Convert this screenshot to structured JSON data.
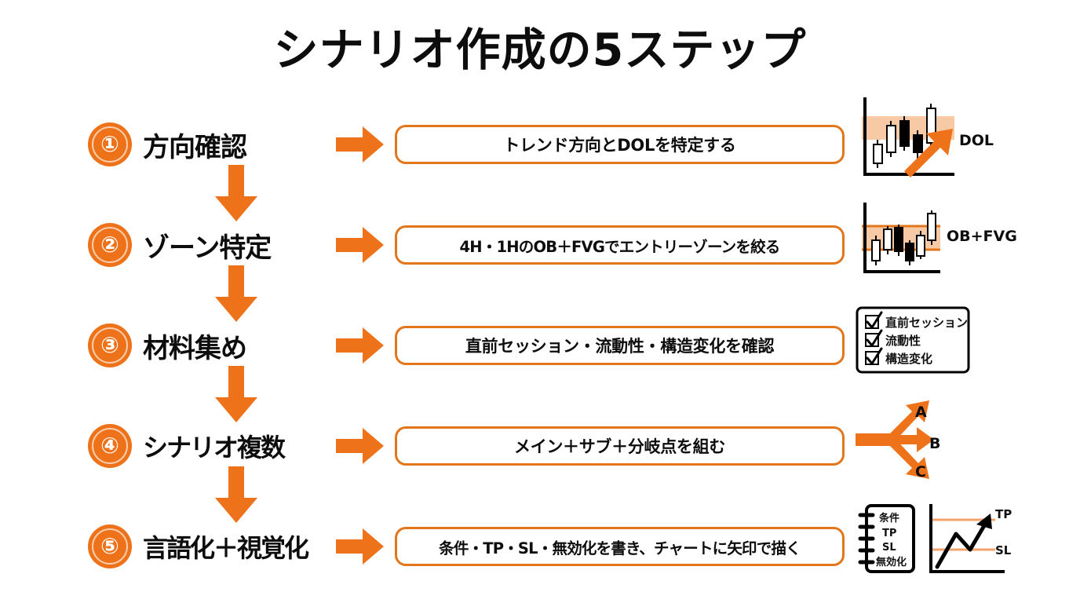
{
  "title": "シナリオ作成の5ステップ",
  "accent_colors": {
    "orange": "#EE7219",
    "orange_border": "#E3761B",
    "zone_fill": "#F7C9A4",
    "text": "#0D0D0D",
    "white": "#FFFFFF"
  },
  "steps": [
    {
      "number": "①",
      "label": "方向確認",
      "description": "トレンド方向とDOLを特定する",
      "icon": "candlestick-dol-arrow-icon",
      "icon_label": "DOL"
    },
    {
      "number": "②",
      "label": "ゾーン特定",
      "description": "4H・1HのOB＋FVGでエントリーゾーンを絞る",
      "icon": "candlestick-zone-icon",
      "icon_label": "OB+FVG"
    },
    {
      "number": "③",
      "label": "材料集め",
      "description": "直前セッション・流動性・構造変化を確認",
      "icon": "checklist-icon",
      "checklist": [
        "直前セッション",
        "流動性",
        "構造変化"
      ]
    },
    {
      "number": "④",
      "label": "シナリオ複数",
      "description": "メイン＋サブ＋分岐点を組む",
      "icon": "branching-arrows-icon",
      "branches": [
        "A",
        "B",
        "C"
      ]
    },
    {
      "number": "⑤",
      "label": "言語化＋視覚化",
      "description": "条件・TP・SL・無効化を書き、チャートに矢印で描く",
      "icon": "notebook-and-chart-icon",
      "notebook_lines": [
        "条件",
        "TP",
        "SL",
        "無効化"
      ],
      "chart_labels": [
        "TP",
        "SL"
      ]
    }
  ],
  "connectors": {
    "down_arrow": "arrow-down-icon",
    "right_arrow": "arrow-right-icon"
  }
}
